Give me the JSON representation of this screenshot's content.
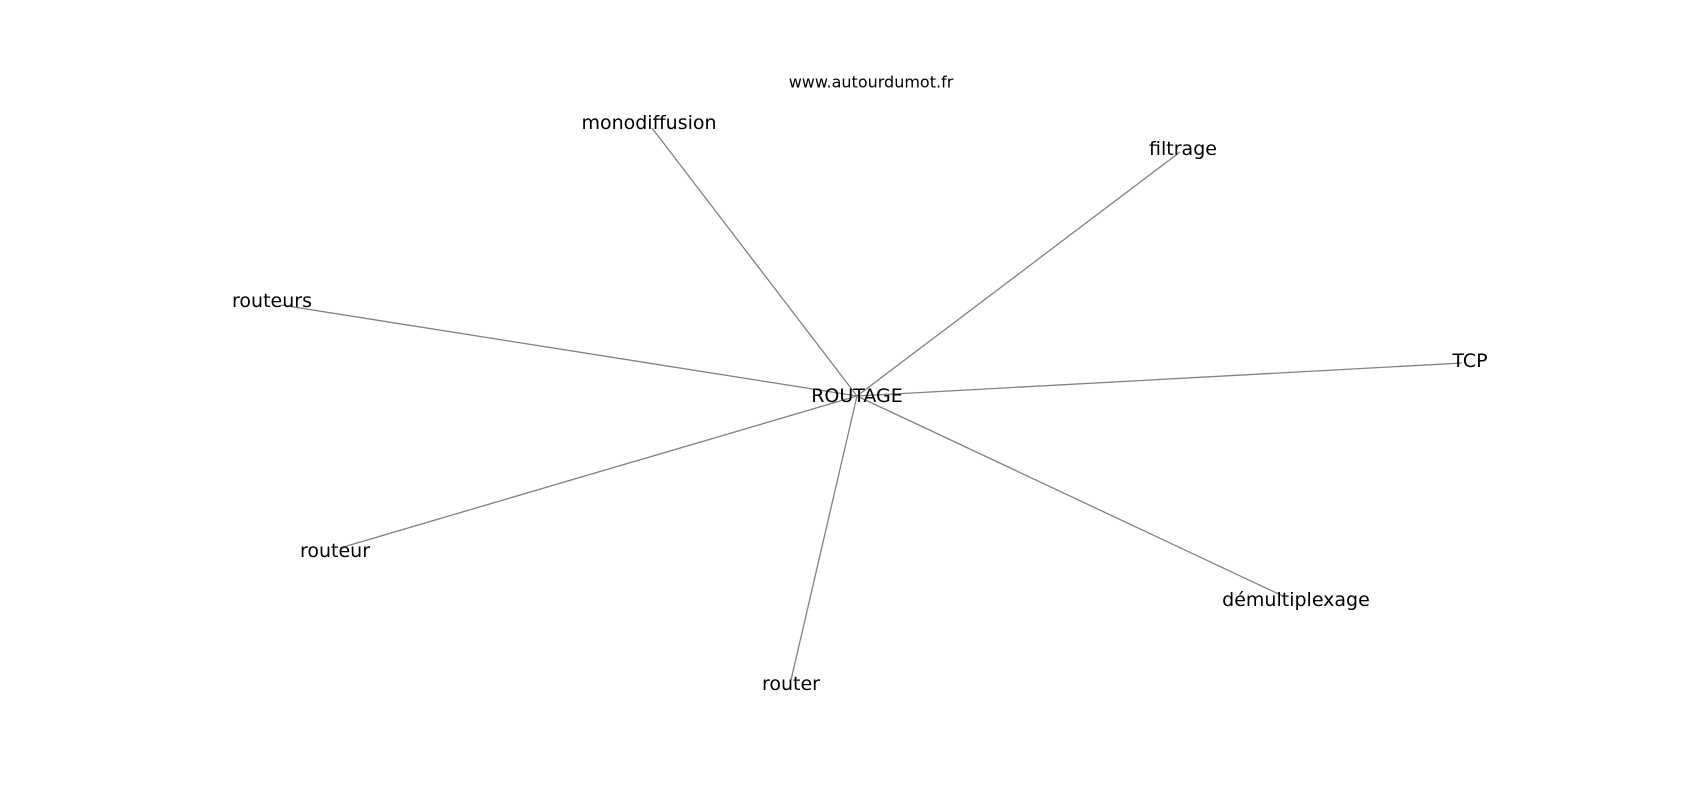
{
  "watermark": "www.autourdumot.fr",
  "graph": {
    "center": "ROUTAGE",
    "nodes": [
      {
        "id": "monodiffusion",
        "label": "monodiffusion"
      },
      {
        "id": "filtrage",
        "label": "filtrage"
      },
      {
        "id": "routeurs",
        "label": "routeurs"
      },
      {
        "id": "tcp",
        "label": "TCP"
      },
      {
        "id": "routeur",
        "label": "routeur"
      },
      {
        "id": "demultiplexage",
        "label": "démultiplexage"
      },
      {
        "id": "router",
        "label": "router"
      }
    ]
  },
  "colors": {
    "edge": "#808080",
    "text": "#000000",
    "background": "#ffffff"
  }
}
